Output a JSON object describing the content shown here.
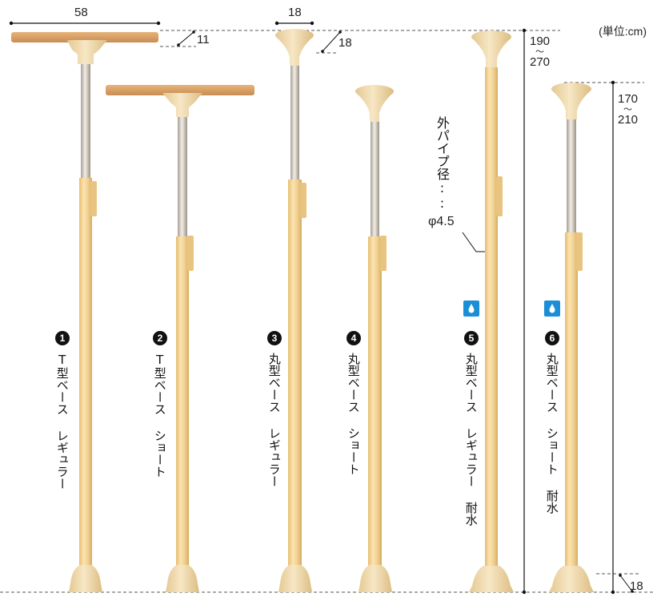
{
  "unit_label": "(単位:cm)",
  "dimensions": {
    "t_base_width": "58",
    "t_base_height": "11",
    "round_base_width": "18",
    "round_base_height": "18",
    "regular_height_range": {
      "from": "190",
      "tilde": "〜",
      "to": "270"
    },
    "short_height_range": {
      "from": "170",
      "tilde": "〜",
      "to": "210"
    },
    "foot_height": "18"
  },
  "pipe_annotation": {
    "label": "外パイプ径::",
    "diameter": "φ4.5"
  },
  "products": [
    {
      "number": "1",
      "name": "T型ベース レギュラー",
      "waterproof": false
    },
    {
      "number": "2",
      "name": "T型ベース ショート",
      "waterproof": false
    },
    {
      "number": "3",
      "name": "丸型ベース レギュラー",
      "waterproof": false
    },
    {
      "number": "4",
      "name": "丸型ベース ショート",
      "waterproof": false
    },
    {
      "number": "5",
      "name": "丸型ベース レギュラー 耐水",
      "waterproof": true
    },
    {
      "number": "6",
      "name": "丸型ベース ショート 耐水",
      "waterproof": true
    }
  ],
  "colors": {
    "pole": "#f0cf8f",
    "pole_shade": "#d9ae63",
    "base": "#ecd6a5",
    "wood": "#d9a36a",
    "metal": "#c9c2b6",
    "waterproof_icon": "#1b8fd6"
  }
}
